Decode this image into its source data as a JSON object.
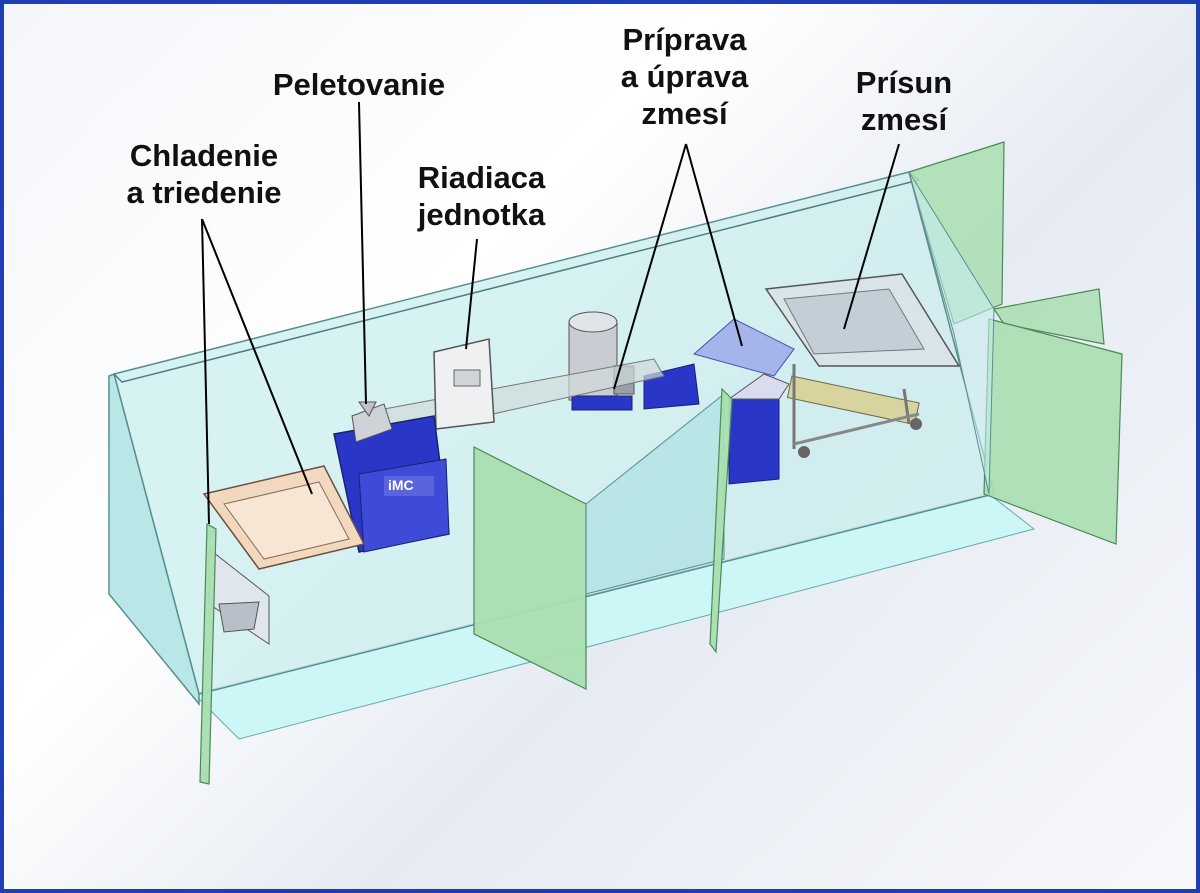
{
  "labels": {
    "chladenie": {
      "line1": "Chladenie",
      "line2": "a triedenie"
    },
    "peletovanie": {
      "line1": "Peletovanie"
    },
    "riadiaca": {
      "line1": "Riadiaca",
      "line2": "jednotka"
    },
    "priprava": {
      "line1": "Príprava",
      "line2": "a úprava",
      "line3": "zmesí"
    },
    "prisun": {
      "line1": "Prísun",
      "line2": "zmesí"
    }
  },
  "machine_logo": "iMC",
  "colors": {
    "border": "#1f3fb0",
    "glass": "#bfeeee",
    "door": "#a8deb0",
    "machine_blue": "#2a36c8",
    "tray": "#f2d8bf"
  }
}
